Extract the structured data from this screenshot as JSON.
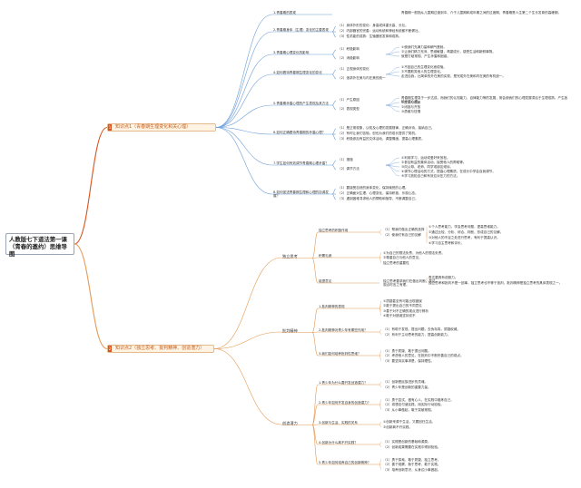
{
  "root": "人教版七下道法第一课（青春的邀约）思维导图",
  "topics": [
    {
      "label": "知识点1（青春期生理变化和关心理）",
      "badge": "1",
      "items": [
        {
          "label": "1.青春期的表现",
          "detail": "青春期一般指从儿童期过渡到中、介于儿童期和成年期之间的过渡期，青春期是人生第二个生长发育的高峰期。"
        },
        {
          "label": "2.青春期身体（生理）变化的主要表现",
          "children": [
            "（1）身体外形的变化：身高或体重长高、长壮。",
            "（2）内部器官的完善：运动系统和神经系统都不断健壮。",
            "（3）性机能的成熟：生殖器官发育和成熟。"
          ]
        },
        {
          "label": "3.青春期心理变化的影响",
          "children": [
            "（1）积极影响",
            "（2）消极影响"
          ],
          "sub": [
            "①使我们充满力量和朝气蓬勃。",
            "②让我们精力充沛、思维敏捷，渴望成长，感受生活和新鲜事物。",
            "就是打破常规、产生矛盾和困惑。"
          ]
        },
        {
          "label": "4.如何看待青春期生理变化的变化",
          "children": [
            "（1）正视身体的变化",
            "（2）追求外在美与内在美的统一"
          ],
          "sub": [
            "①不因自己的生理变化而烦恼。",
            "②不要欺笑他人的生理变化。",
            "走进自我，比简单的外在美的实现，是完成外在美和内在美的有机统一。"
          ]
        },
        {
          "label": "5.青春期矛盾心理的产生表现及其方法",
          "children": [
            "（1）产生原因",
            "（2）表现类型"
          ],
          "sub": [
            "青春期生理急于一步达成，而我们的认知能力、自律能力等的发展，常会使我们的心理发展滞后于生理成熟，产生各种矛盾心理。",
            "①反抗与依赖",
            "②闭锁与开放",
            "③勇敢与怯懦"
          ]
        },
        {
          "label": "6.如何正确看待青春期的矛盾心理？",
          "children": [
            "（1）是正常现象，认知及心理的发展规律，正确对待，接纳自己。",
            "（2）有时让我们苦恼，但也为我们的成长提供了契机。",
            "（3）积极参加有益的文体活动，调整情绪，提高心理素质。"
          ]
        },
        {
          "label": "7.学生如何有效调节青春期心理矛盾？",
          "children": [
            "（1）措施",
            "（2）调节方法"
          ],
          "sub": [
            "①利用学习、运动或爱好来放松。",
            "②参加有益的集体活动，接受他人的帮助等。",
            "③向父母、老师、同学或朋友倾诉。",
            "④调节心理活动的方式，提高心理素质，在成长中学会自我调节。",
            "⑤学习放松自己和有效应对压力的方法。"
          ]
        },
        {
          "label": "8.如何促进青春期生理和心理的协调发展？",
          "children": [
            "（1）要接受自然的身体变化，保持愉悦的心理。",
            "（2）正确面对生理、心理变化，保持积极、乐观心态。",
            "（3）遇到困难寻求他人的帮助和指导，不断调整自己。"
          ]
        }
      ]
    },
    {
      "label": "知识点2（独立思考、批判精神、创造潜力）",
      "badge": "2",
      "groups": [
        {
          "label": "独立思考",
          "items": [
            {
              "label": "独立思考的积极作用",
              "children": [
                "（1）帮我们做出正确的选择",
                "（2）使我们有自己的见解"
              ],
              "sub": [
                "①个人思考能力，学会思考问题，提高思维能力。",
                "②通过比较、分析、综合、判断，形成自己的见解。",
                "③对他人的不足之处进行思考，有利于提高认识。",
                "④学习自主思考和评价。"
              ]
            },
            {
              "label": "积累礼貌",
              "children": [
                "①为自己的想法负责，为他人的想法负责。",
                "②尊重自己与他人的意见。",
                "独立思考的重要性"
              ]
            },
            {
              "label": "能提意见",
              "detail": "独立思考要求我们在做出判断、表达观点时言之有理。",
              "sub": [
                "表达要具有说服力。",
                "独立思考和批判不是一回事，独立思考也不等于批判，批判精神是独立思考的具体表现之一。"
              ]
            }
          ]
        },
        {
          "label": "批判精神",
          "items": [
            {
              "label": "1.批判精神的表现",
              "children": [
                "①质疑甚至有可能出现错误",
                "②敢于提出自己的不同意见",
                "③善于对不正确的观点进行辨析",
                "④敢于对错误坚持说不"
              ]
            },
            {
              "label": "2.批判精神对青少年有哪些作用？",
              "children": [
                "（1）有助于发现、提出问题，去伪存真，质疑权威。",
                "（2）有利于主动思考的能力，提高创新能力。"
              ]
            },
            {
              "label": "3.我们如何培养批判性思维？",
              "children": [
                "（1）勇于质疑，敢于提出问题。",
                "（2）考虑他人的意见，在批判中不断完善自己的观点。",
                "（3）要坚持实事求是，保持理性。"
              ]
            }
          ]
        },
        {
          "label": "创造潜力",
          "items": [
            {
              "label": "1.青少年为什么要开发创造潜力？",
              "children": [
                "（1）创新是民族进步的灵魂。",
                "（2）青少年是创新的重要力量。"
              ]
            },
            {
              "label": "2.青少年如何开发自身的创造潜力？",
              "children": [
                "（1）勇于尝试，做有心人，在实践中锻炼自己。",
                "（2）将想法付诸实践，用实际行动检验。",
                "（3）从小事做起，敢于突破常规。"
              ]
            },
            {
              "label": "3.创新与生活、实践的关系",
              "children": [
                "①创新来源于生活，又要回归生活。",
                "②创新离不开实践。"
              ]
            },
            {
              "label": "4.创新为什么离不开实践？",
              "children": [
                "（1）实践是创新的基础和源泉。",
                "（2）创新成果需要在实践中得到检验。"
              ]
            },
            {
              "label": "5.青少年如何培养自己的创新精神？",
              "children": [
                "（1）勇于探索，敢于质疑，独立思考。",
                "（2）善于观察，勤于思考，敢于实践。",
                "（3）培养创新意识，从身边小事做起。"
              ]
            }
          ]
        }
      ]
    }
  ]
}
